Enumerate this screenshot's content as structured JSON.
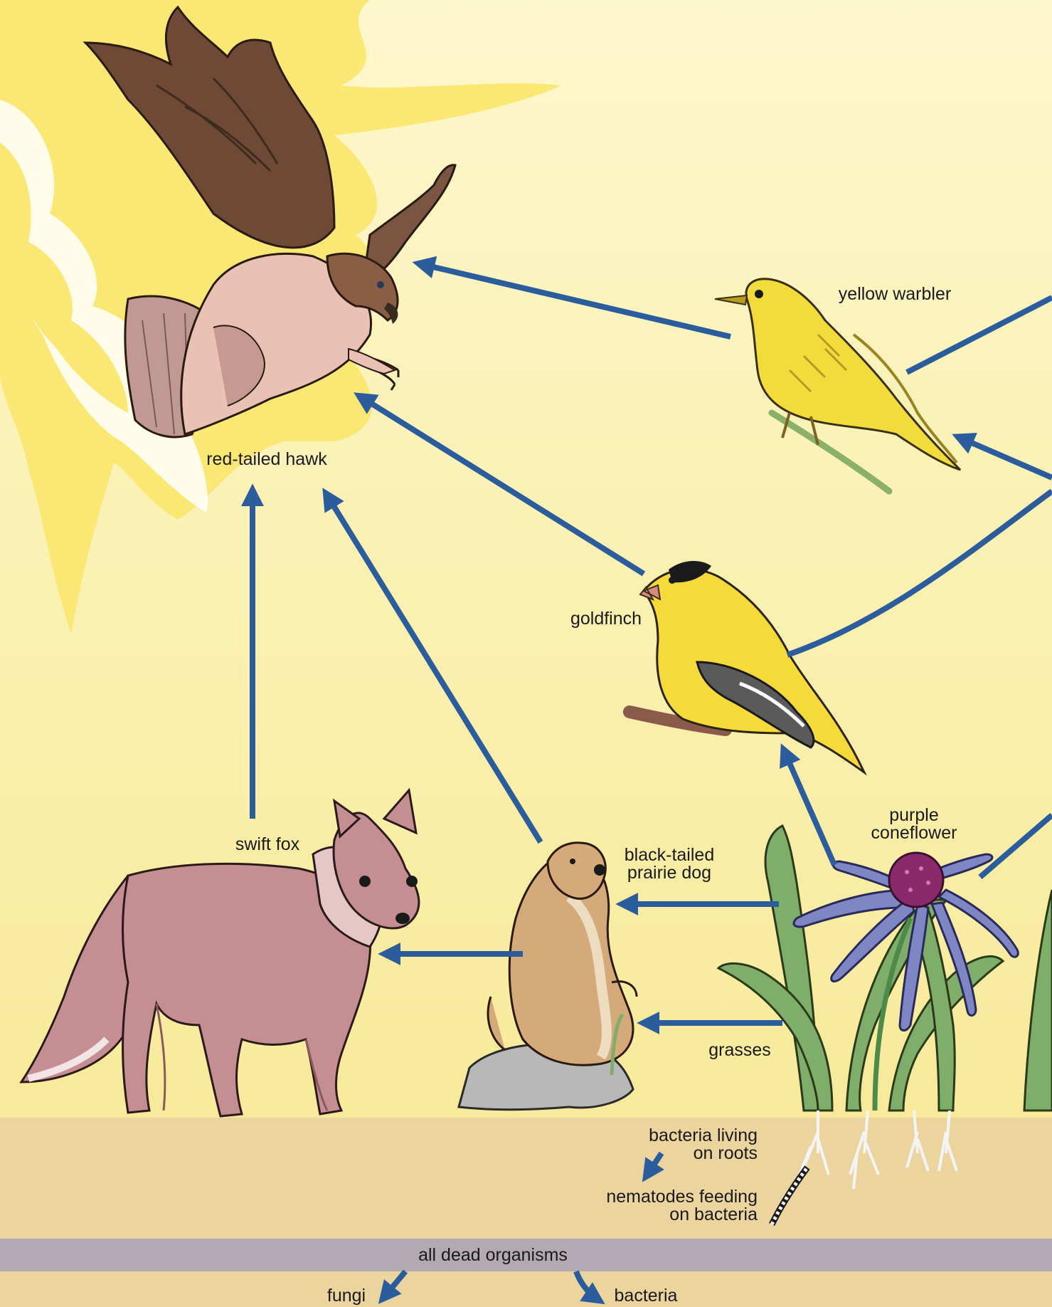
{
  "organisms": {
    "hawk": "red-tailed hawk",
    "warbler": "yellow warbler",
    "goldfinch": "goldfinch",
    "fox": "swift fox",
    "prairie_dog_line1": "black-tailed",
    "prairie_dog_line2": "prairie dog",
    "coneflower_line1": "purple",
    "coneflower_line2": "coneflower",
    "grasses": "grasses",
    "root_bacteria_line1": "bacteria living",
    "root_bacteria_line2": "on roots",
    "nematodes_line1": "nematodes feeding",
    "nematodes_line2": "on bacteria",
    "dead": "all dead organisms",
    "fungi": "fungi",
    "bacteria": "bacteria"
  },
  "colors": {
    "arrow": "#2b5c9c",
    "sky_top": "#fdf6c8",
    "sky_bottom": "#f9eca0",
    "sun": "#fbe97a",
    "soil": "#ecd49e",
    "dead_band": "#b2a9b2",
    "hawk": "#6b4a38",
    "warbler": "#f2dc3c",
    "goldfinch": "#f5da3a",
    "fox": "#c48e93",
    "prairie_dog": "#d5aa7a",
    "coneflower_petals": "#7f86c4",
    "coneflower_center": "#8a2a6a",
    "grass": "#7fae6a"
  },
  "icons": {
    "hawk": "red-tailed-hawk-icon",
    "warbler": "yellow-warbler-icon",
    "goldfinch": "goldfinch-icon",
    "fox": "swift-fox-icon",
    "prairie_dog": "prairie-dog-icon",
    "coneflower": "coneflower-icon",
    "grasses": "grass-icon",
    "sun": "sun-icon"
  }
}
